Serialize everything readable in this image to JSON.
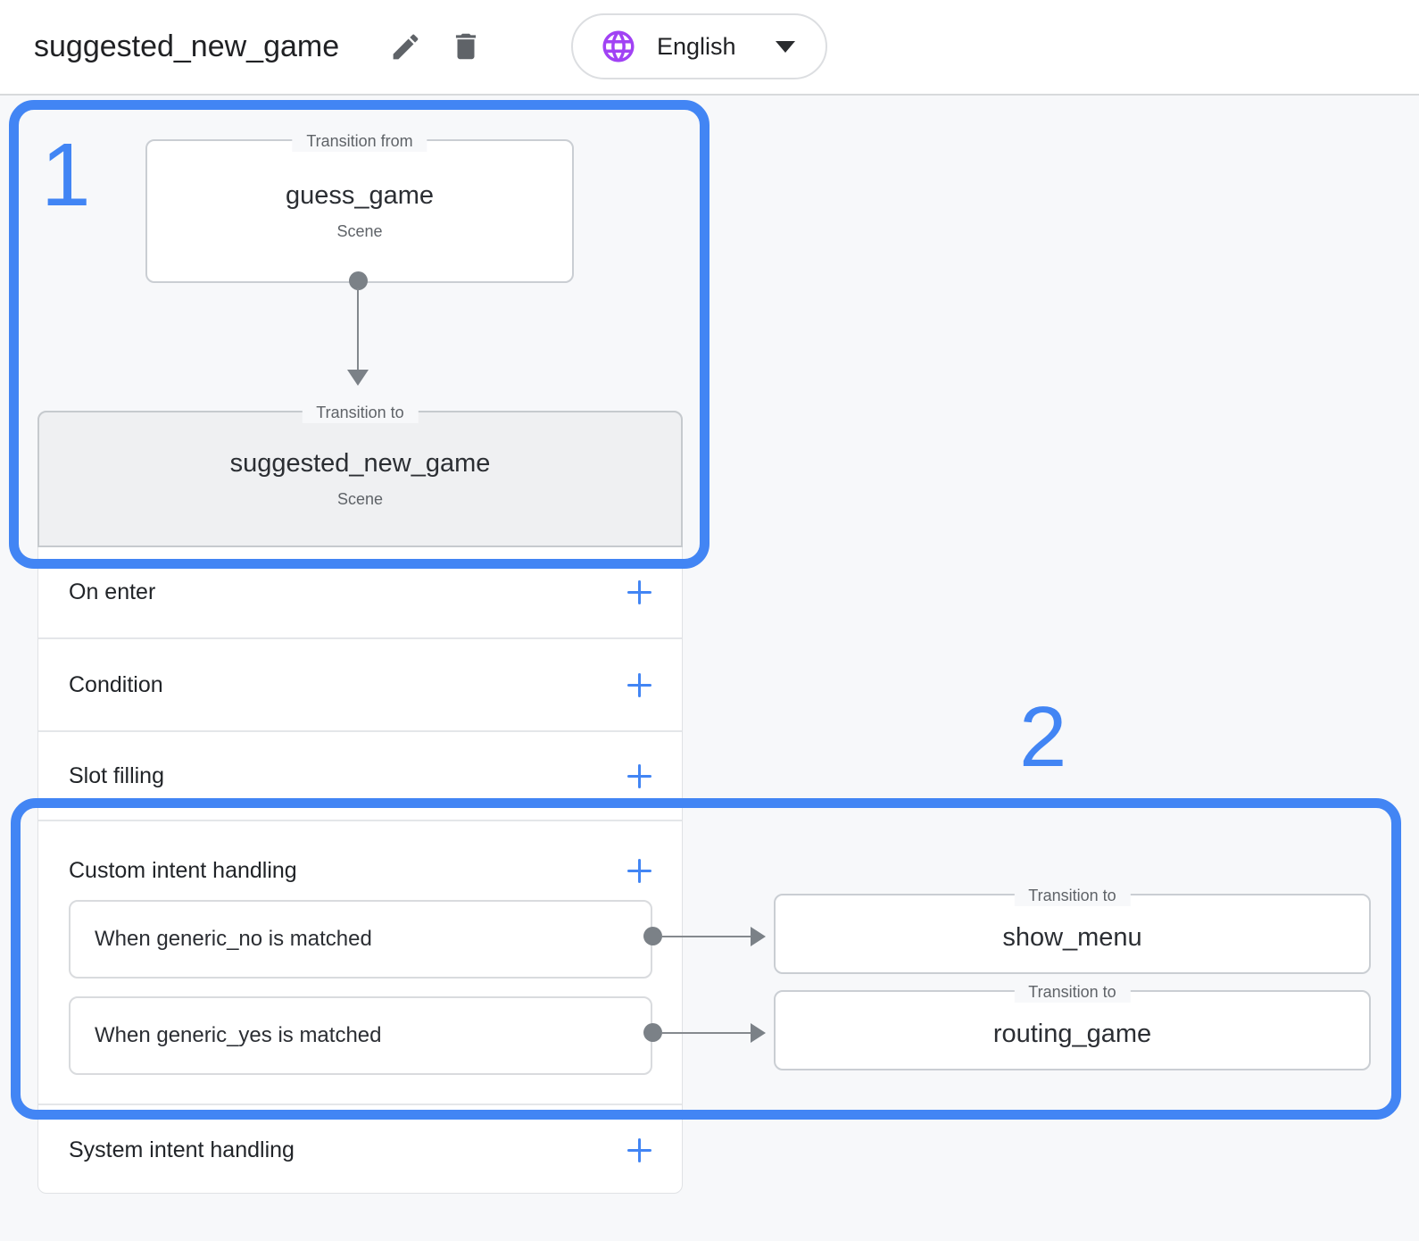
{
  "header": {
    "title": "suggested_new_game",
    "language": {
      "label": "English"
    }
  },
  "diagram": {
    "from_node": {
      "legend": "Transition from",
      "title": "guess_game",
      "subtitle": "Scene"
    },
    "to_node": {
      "legend": "Transition to",
      "title": "suggested_new_game",
      "subtitle": "Scene"
    }
  },
  "panel": {
    "rows": [
      {
        "label": "On enter"
      },
      {
        "label": "Condition"
      },
      {
        "label": "Slot filling"
      }
    ],
    "custom": {
      "label": "Custom intent handling",
      "intents": [
        {
          "label": "When generic_no is matched"
        },
        {
          "label": "When generic_yes is matched"
        }
      ]
    },
    "system": {
      "label": "System intent handling"
    }
  },
  "targets": [
    {
      "legend": "Transition to",
      "title": "show_menu"
    },
    {
      "legend": "Transition to",
      "title": "routing_game"
    }
  ],
  "annotations": {
    "step1": "1",
    "step2": "2"
  },
  "colors": {
    "accent_blue": "#4285f4",
    "globe_purple": "#a142f4",
    "icon_gray": "#5f6368"
  }
}
